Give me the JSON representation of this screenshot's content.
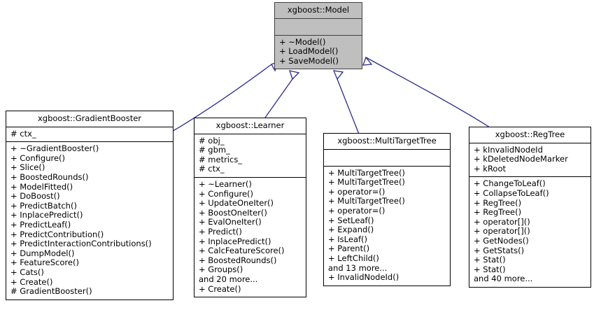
{
  "diagram": {
    "type": "uml-class-inheritance",
    "edge_color": "#2a2a8c",
    "highlight_fill": "#bfbfbf",
    "classes": [
      {
        "id": "model",
        "name": "xgboost::Model",
        "highlighted": true,
        "attributes": [],
        "operations": [
          "+ ~Model()",
          "+ LoadModel()",
          "+ SaveModel()"
        ]
      },
      {
        "id": "gradientbooster",
        "name": "xgboost::GradientBooster",
        "highlighted": false,
        "attributes": [
          "# ctx_"
        ],
        "operations": [
          "+ ~GradientBooster()",
          "+ Configure()",
          "+ Slice()",
          "+ BoostedRounds()",
          "+ ModelFitted()",
          "+ DoBoost()",
          "+ PredictBatch()",
          "+ InplacePredict()",
          "+ PredictLeaf()",
          "+ PredictContribution()",
          "+ PredictInteractionContributions()",
          "+ DumpModel()",
          "+ FeatureScore()",
          "+ Cats()",
          "+ Create()",
          "# GradientBooster()"
        ]
      },
      {
        "id": "learner",
        "name": "xgboost::Learner",
        "highlighted": false,
        "attributes": [
          "# obj_",
          "# gbm_",
          "# metrics_",
          "# ctx_"
        ],
        "operations": [
          "+ ~Learner()",
          "+ Configure()",
          "+ UpdateOneIter()",
          "+ BoostOneIter()",
          "+ EvalOneIter()",
          "+ Predict()",
          "+ InplacePredict()",
          "+ CalcFeatureScore()",
          "+ BoostedRounds()",
          "+ Groups()",
          "and 20 more...",
          "+ Create()"
        ]
      },
      {
        "id": "multitargettree",
        "name": "xgboost::MultiTargetTree",
        "highlighted": false,
        "attributes": [],
        "operations": [
          "+ MultiTargetTree()",
          "+ MultiTargetTree()",
          "+ operator=()",
          "+ MultiTargetTree()",
          "+ operator=()",
          "+ SetLeaf()",
          "+ Expand()",
          "+ IsLeaf()",
          "+ Parent()",
          "+ LeftChild()",
          "and 13 more...",
          "+ InvalidNodeId()"
        ]
      },
      {
        "id": "regtree",
        "name": "xgboost::RegTree",
        "highlighted": false,
        "attributes": [
          "+ kInvalidNodeId",
          "+ kDeletedNodeMarker",
          "+ kRoot"
        ],
        "operations": [
          "+ ChangeToLeaf()",
          "+ CollapseToLeaf()",
          "+ RegTree()",
          "+ RegTree()",
          "+ operator[]()",
          "+ operator[]()",
          "+ GetNodes()",
          "+ GetStats()",
          "+ Stat()",
          "+ Stat()",
          "and 40 more..."
        ]
      }
    ],
    "edges": [
      {
        "from": "gradientbooster",
        "to": "model",
        "kind": "inheritance"
      },
      {
        "from": "learner",
        "to": "model",
        "kind": "inheritance"
      },
      {
        "from": "multitargettree",
        "to": "model",
        "kind": "inheritance"
      },
      {
        "from": "regtree",
        "to": "model",
        "kind": "inheritance"
      }
    ]
  }
}
